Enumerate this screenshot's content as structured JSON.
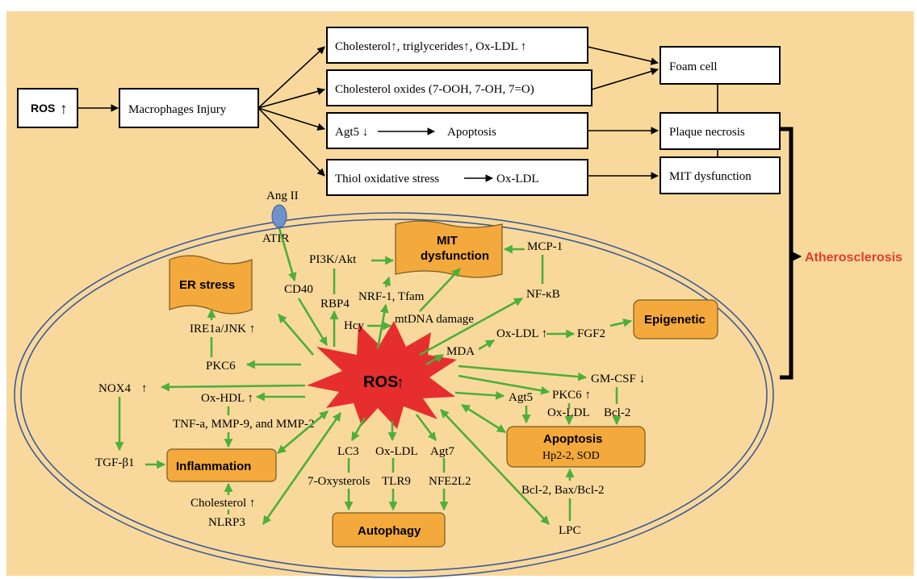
{
  "colors": {
    "background": "#f9d99b",
    "node_fill": "#f3a93b",
    "arrow_green": "#4caf3a",
    "ros_burst": "#e62e2e",
    "atherosclerosis": "#e33b2e",
    "membrane": "#3c5a9a",
    "receptor": "#6f93c8"
  },
  "top_flow": {
    "ros_label": "ROS",
    "ros_arrow": "↑",
    "macrophages": "Macrophages Injury",
    "lipids": "Cholesterol↑, triglycerides↑, Ox-LDL ↑",
    "oxides": "Cholesterol oxides (7-OOH, 7-OH, 7=O)",
    "agt5": "Agt5 ↓",
    "apoptosis": "Apoptosis",
    "thiol": "Thiol oxidative stress",
    "oxldl": "Ox-LDL",
    "foam_cell": "Foam cell",
    "plaque": "Plaque necrosis",
    "mit_dys": "MIT dysfunction"
  },
  "outcome": "Atherosclerosis",
  "cell": {
    "angii": "Ang II",
    "atir": "ATIR",
    "center": "ROS",
    "center_arrow": "↑",
    "nodes": {
      "er_stress": "ER stress",
      "mit_line1": "MIT",
      "mit_line2": "dysfunction",
      "epigenetic": "Epigenetic",
      "inflammation": "Inflammation",
      "autophagy": "Autophagy",
      "apoptosis": "Apoptosis",
      "apoptosis_sub": "Hp2-2, SOD"
    },
    "labels": {
      "cd40": "CD40",
      "pi3k": "PI3K/Akt",
      "rbp4": "RBP4",
      "nrf1": "NRF-1, Tfam",
      "hcy": "Hcy",
      "mtdna": "mtDNA damage",
      "mcp1": "MCP-1",
      "nfkb": "NF-κB",
      "ire1a": "IRE1a/JNK ↑",
      "pkc_left": "PKC6",
      "mda": "MDA",
      "oxldl_up": "Ox-LDL ↑",
      "fgf2": "FGF2",
      "nox4": "NOX4",
      "nox4_arrow": "↑",
      "oxhdl": "Ox-HDL ↑",
      "gmcsf": "GM-CSF ↓",
      "pkc_right": "PKC6 ↑",
      "oxldl_right": "Ox-LDL",
      "bcl2": "Bcl-2",
      "agt5": "Agt5",
      "tnf": "TNF-a, MMP-9, and MMP-2",
      "tgf": "TGF-β1",
      "lc3": "LC3",
      "oxldl_down": "Ox-LDL",
      "agt7": "Agt7",
      "oxysterols": "7-Oxysterols",
      "tlr9": "TLR9",
      "nfe2l2": "NFE2L2",
      "cholesterol": "Cholesterol ↑",
      "nlrp3": "NLRP3",
      "bax": "Bcl-2, Bax/Bcl-2",
      "lpc": "LPC"
    }
  }
}
